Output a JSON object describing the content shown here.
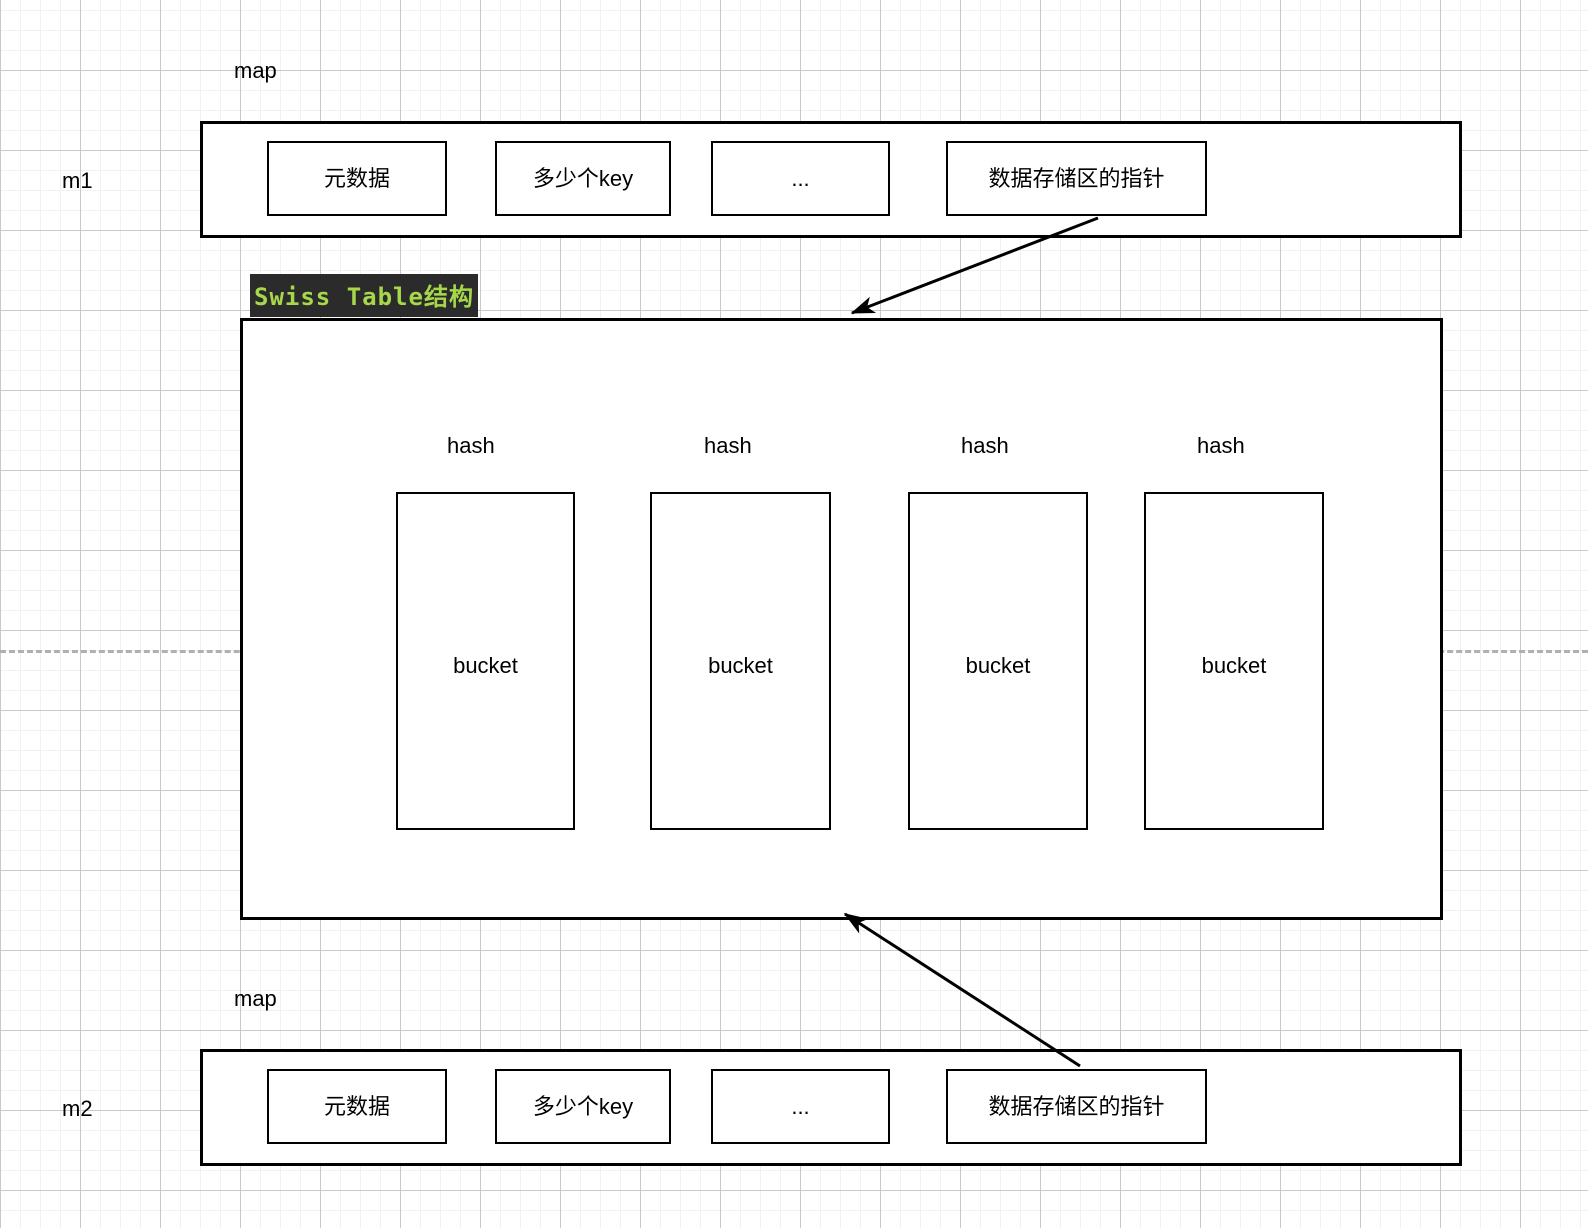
{
  "diagram": {
    "title_tag": "Swiss Table结构",
    "tag_colors": {
      "background": "#2b2b2b",
      "text": "#a6d84a"
    },
    "maps": [
      {
        "side_label": "m1",
        "caption": "map",
        "fields": [
          "元数据",
          "多少个key",
          "...",
          "数据存储区的指针"
        ]
      },
      {
        "side_label": "m2",
        "caption": "map",
        "fields": [
          "元数据",
          "多少个key",
          "...",
          "数据存储区的指针"
        ]
      }
    ],
    "swiss_table": {
      "hash_labels": [
        "hash",
        "hash",
        "hash",
        "hash"
      ],
      "bucket_labels": [
        "bucket",
        "bucket",
        "bucket",
        "bucket"
      ]
    }
  }
}
